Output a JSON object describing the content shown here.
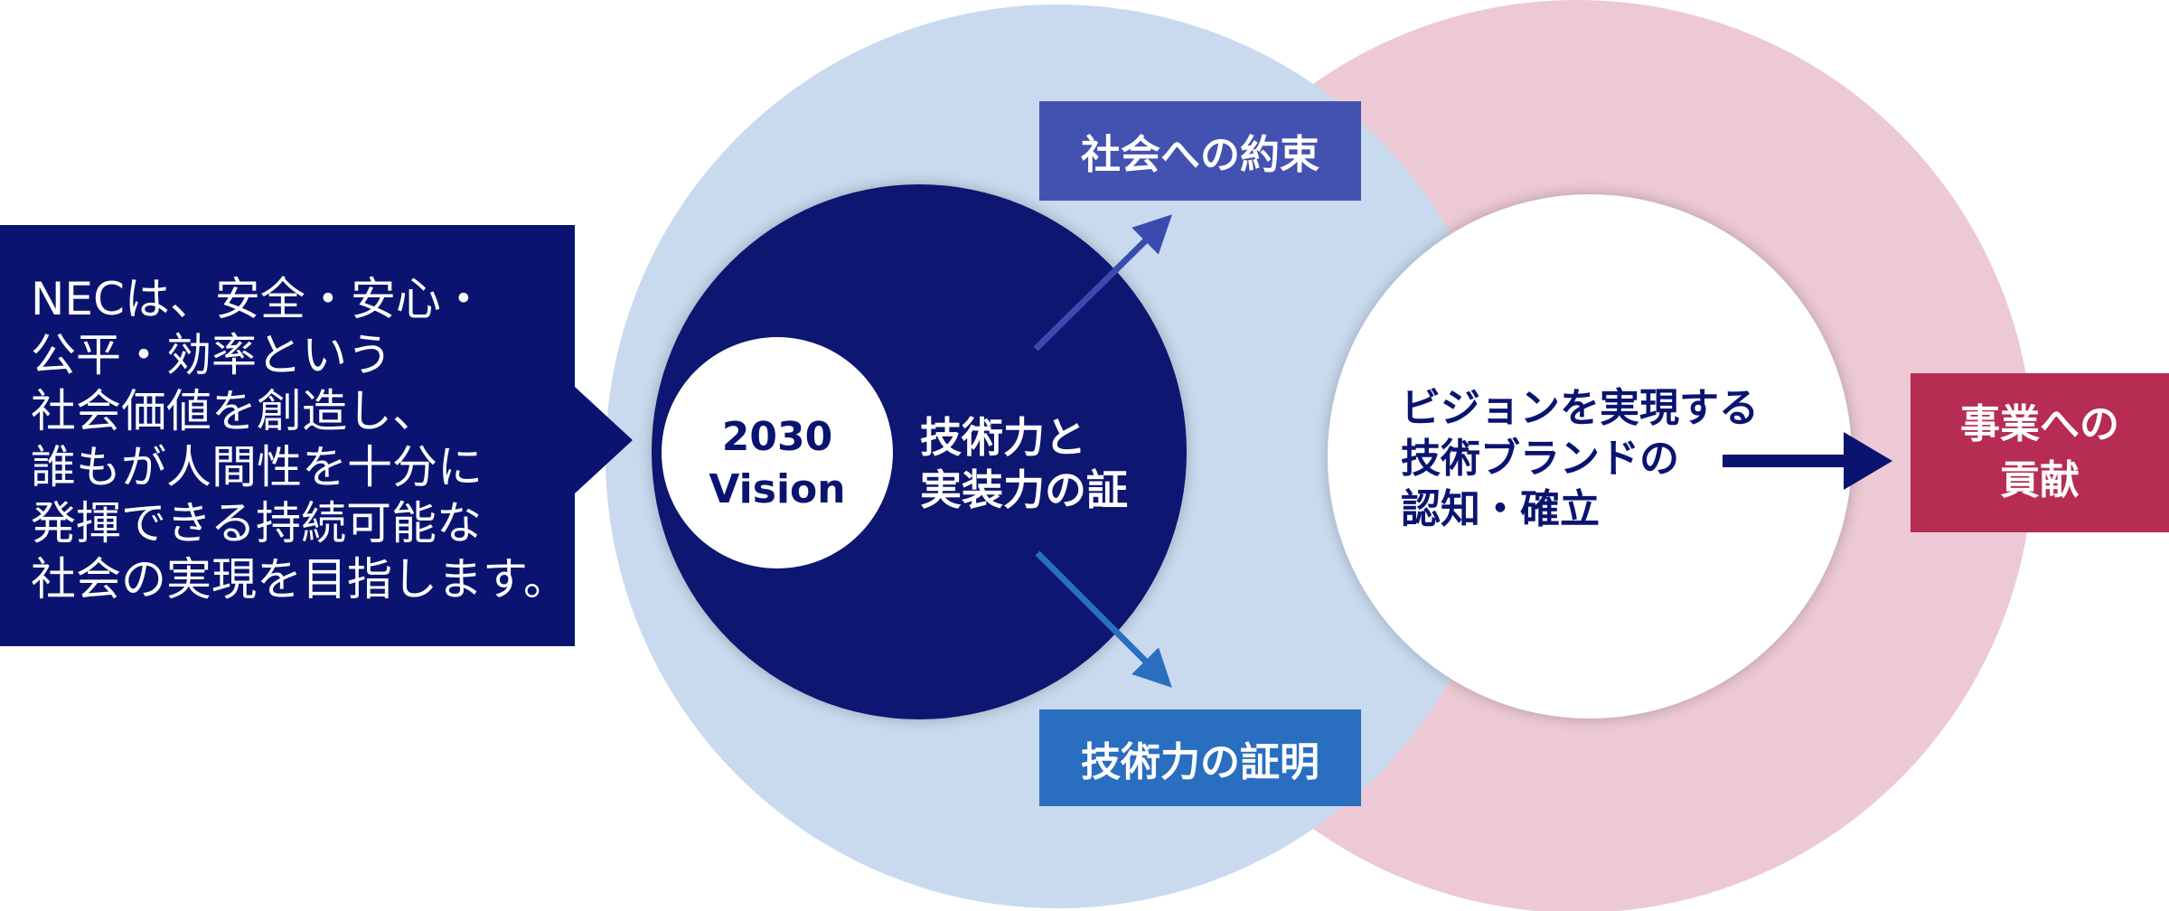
{
  "left_panel": {
    "lines": [
      "NECは、安全・安心・",
      "公平・効率という",
      "社会価値を創造し、",
      "誰もが人間性を十分に",
      "発揮できる持続可能な",
      "社会の実現を目指します。"
    ]
  },
  "vision": {
    "lines": [
      "2030",
      "Vision"
    ]
  },
  "proof_center": {
    "lines": [
      "技術力と",
      "実装力の証"
    ]
  },
  "promise_box": {
    "label": "社会への約束"
  },
  "tech_proof_box": {
    "label": "技術力の証明"
  },
  "brand_circle": {
    "lines": [
      "ビジョンを実現する",
      "技術ブランドの",
      "認知・確立"
    ]
  },
  "contribution_box": {
    "lines": [
      "事業への",
      "貢献"
    ]
  },
  "colors": {
    "navy": "#0a1470",
    "light_blue": "#c9daee",
    "pink": "#ecc9d4",
    "promise": "#4352b0",
    "tech_proof": "#2a6ec0",
    "contribution": "#b72c52"
  }
}
